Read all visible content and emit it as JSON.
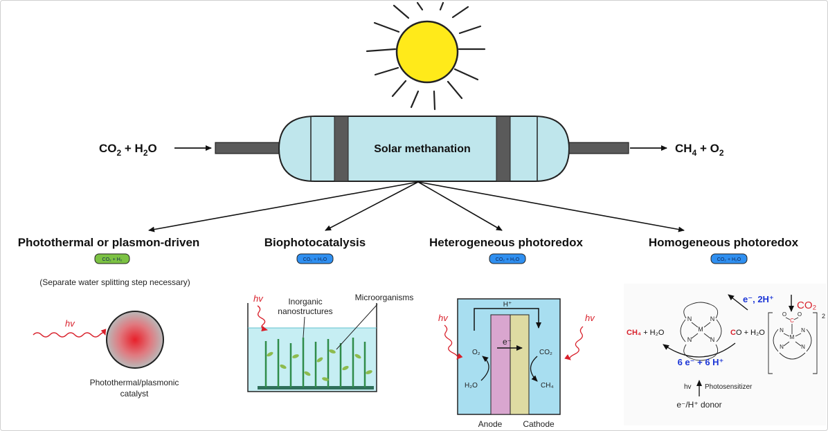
{
  "reactor": {
    "title": "Solar methanation",
    "input_main": "CO",
    "input_sub": "2",
    "input_rest": " + H",
    "input_sub2": "2",
    "input_end": "O",
    "output_main": "CH",
    "output_sub": "4",
    "output_rest": " + O",
    "output_sub2": "2"
  },
  "branches": [
    {
      "heading": "Photothermal or plasmon-driven",
      "pill": "CO₂ + H₂",
      "pill_color": "#7cc243",
      "note": "(Separate water splitting step necessary)",
      "hv": "hv",
      "catalyst_line1": "Photothermal/plasmonic",
      "catalyst_line2": "catalyst"
    },
    {
      "heading": "Biophotocatalysis",
      "pill": "CO₂ + H₂O",
      "pill_color": "#2f8ff0",
      "hv": "hv",
      "label_inorganic_1": "Inorganic",
      "label_inorganic_2": "nanostructures",
      "label_micro": "Microorganisms"
    },
    {
      "heading": "Heterogeneous photoredox",
      "pill": "CO₂ + H₂O",
      "pill_color": "#2f8ff0",
      "hv_left": "hv",
      "hv_right": "hv",
      "proton": "H⁺",
      "electron": "e⁻",
      "o2": "O₂",
      "h2o": "H₂O",
      "co2": "CO₂",
      "ch4": "CH₄",
      "anode": "Anode",
      "cathode": "Cathode"
    },
    {
      "heading": "Homogeneous photoredox",
      "pill": "CO₂ + H₂O",
      "pill_color": "#2f8ff0",
      "electrons_top": "e⁻, 2H⁺",
      "co2": "CO₂",
      "ch4_h2o_a": "CH",
      "ch4_h2o_b": "₄",
      "ch4_h2o_c": " + H₂O",
      "co_h2o_a": "C",
      "co_h2o_b": "O + H₂O",
      "electrons_bottom": "6 e⁻ + 6 H⁺",
      "hv": "hv",
      "photosensitizer": "Photosensitizer",
      "donor": "e⁻/H⁺ donor",
      "metal": "M",
      "nitrogen": "N",
      "oxygen": "O",
      "carbon": "C",
      "charge": "2"
    }
  ],
  "colors": {
    "sun": "#ffea1a",
    "reactor_fill": "#bfe6ec",
    "band": "#5a5a5a",
    "water": "#c6eef3",
    "cell_bg": "#a8def0",
    "anode": "#d9a6cf",
    "cathode": "#dedba2",
    "plant": "#2f8c4a",
    "hv_red": "#d81f2a",
    "accent_blue": "#1b35d6"
  }
}
